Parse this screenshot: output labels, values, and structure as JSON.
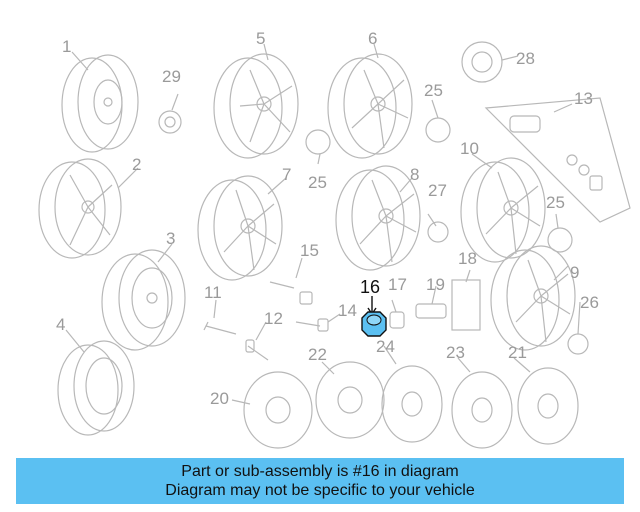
{
  "diagram": {
    "callouts": [
      "1",
      "2",
      "3",
      "4",
      "5",
      "6",
      "7",
      "8",
      "9",
      "10",
      "11",
      "12",
      "13",
      "14",
      "15",
      "16",
      "17",
      "18",
      "19",
      "20",
      "21",
      "22",
      "23",
      "24",
      "25",
      "25",
      "25",
      "26",
      "27",
      "28",
      "29"
    ],
    "highlight": "16"
  },
  "banner": {
    "line1": "Part or sub-assembly is #16 in diagram",
    "line2": "Diagram may not be specific to your vehicle"
  },
  "colors": {
    "banner_bg": "#5bc0f2",
    "highlight_part": "#5bc0f2",
    "line_art": "#b4b4b4",
    "label_text": "#9a9a9a"
  }
}
